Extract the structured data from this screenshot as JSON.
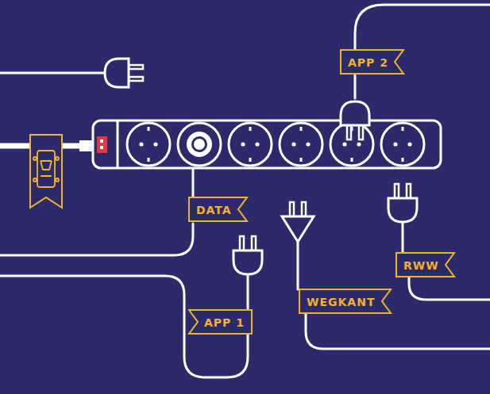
{
  "diagram": {
    "nodes": [
      {
        "text": [
          "APP 2"
        ]
      },
      {
        "text": [
          "DATA"
        ]
      },
      {
        "text": [
          "RWW"
        ]
      },
      {
        "text": [
          "WEGKANT"
        ]
      },
      {
        "text": [
          "APP 1"
        ]
      }
    ]
  }
}
